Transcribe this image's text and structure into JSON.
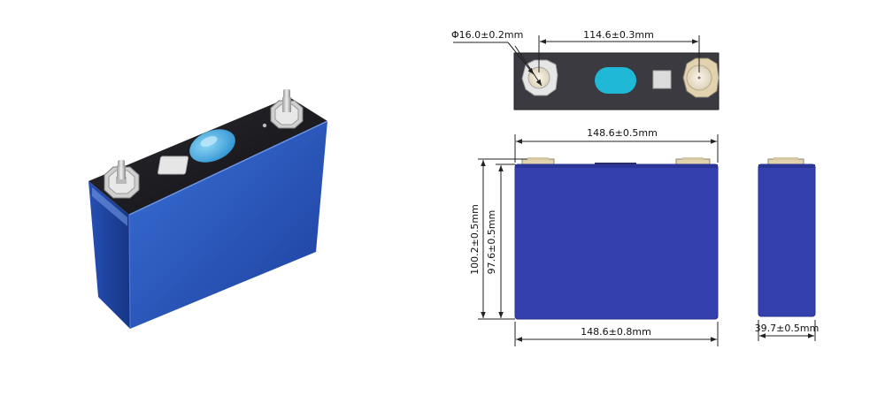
{
  "colors": {
    "cell_blue_light": "#2f63c9",
    "cell_blue_dark": "#1a3c9a",
    "drawing_blue": "#3340ad",
    "drawing_blue_edge": "#283291",
    "top_plate": "#3a3a40",
    "vent_cyan": "#1fb8d6",
    "terminal_gold": "#e2d3ae",
    "dimension_line": "#222222"
  },
  "dimensions": {
    "terminal_diameter": "Φ16.0±0.2mm",
    "terminal_spacing": "114.6±0.3mm",
    "top_width": "148.6±0.5mm",
    "bottom_width": "148.6±0.8mm",
    "total_height": "100.2±0.5mm",
    "body_height": "97.6±0.5mm",
    "thickness": "39.7±0.5mm"
  }
}
